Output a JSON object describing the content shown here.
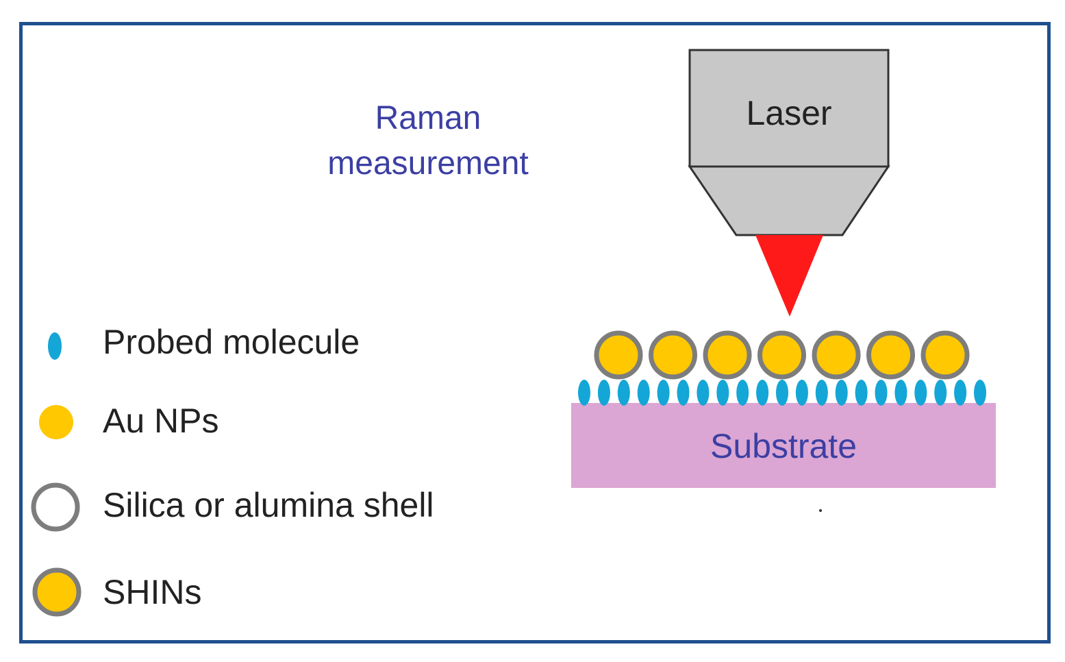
{
  "title": {
    "line1": "Raman",
    "line2": "measurement"
  },
  "laser": {
    "label": "Laser",
    "beam_color": "#ff1a1a",
    "body_color": "#c8c8c8"
  },
  "substrate": {
    "label": "Substrate",
    "color": "#dba6d3"
  },
  "legend": [
    {
      "icon": "probed-molecule-icon",
      "label": "Probed molecule"
    },
    {
      "icon": "au-nanoparticle-icon",
      "label": "Au NPs"
    },
    {
      "icon": "shell-icon",
      "label": "Silica or alumina shell"
    },
    {
      "icon": "shin-icon",
      "label": "SHINs"
    }
  ],
  "colors": {
    "border": "#1f4f8f",
    "title": "#3b3fa3",
    "gold": "#ffc800",
    "shell": "#7d7d7d",
    "molecule": "#14a6d6"
  }
}
